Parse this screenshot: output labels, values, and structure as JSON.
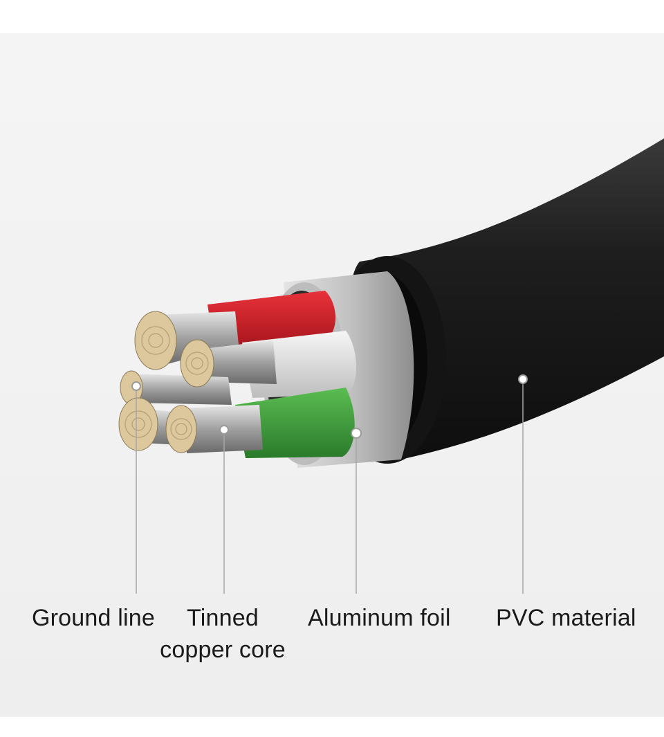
{
  "labels": {
    "ground_line": "Ground line",
    "tinned_copper_core_line1": "Tinned",
    "tinned_copper_core_line2": "copper core",
    "aluminum_foil": "Aluminum foil",
    "pvc_material": "PVC material"
  },
  "colors": {
    "background": "#f2f2f2",
    "pvc_jacket": "#1c1c1c",
    "aluminum_foil": "#c9c9c9",
    "red_wire": "#d0202a",
    "white_wire": "#e8e8e8",
    "green_wire": "#3c9a3c",
    "copper_strands": "#d9c59a",
    "leader_lines": "#9a9a9a"
  }
}
